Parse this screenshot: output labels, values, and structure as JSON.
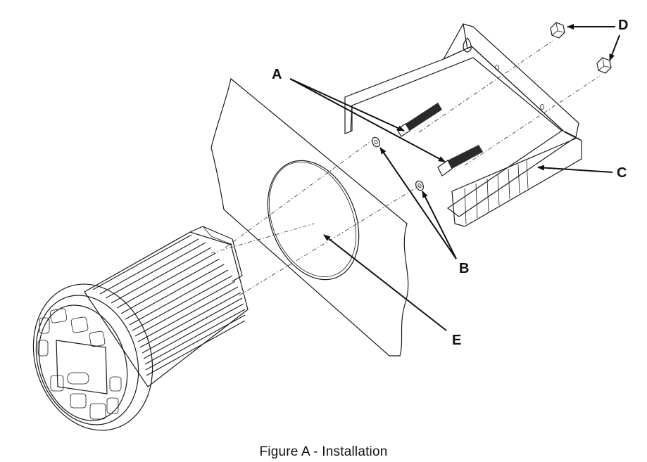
{
  "figure": {
    "caption": "Figure A - Installation",
    "callouts": {
      "a": "A",
      "b": "B",
      "c": "C",
      "d": "D",
      "e": "E"
    }
  }
}
